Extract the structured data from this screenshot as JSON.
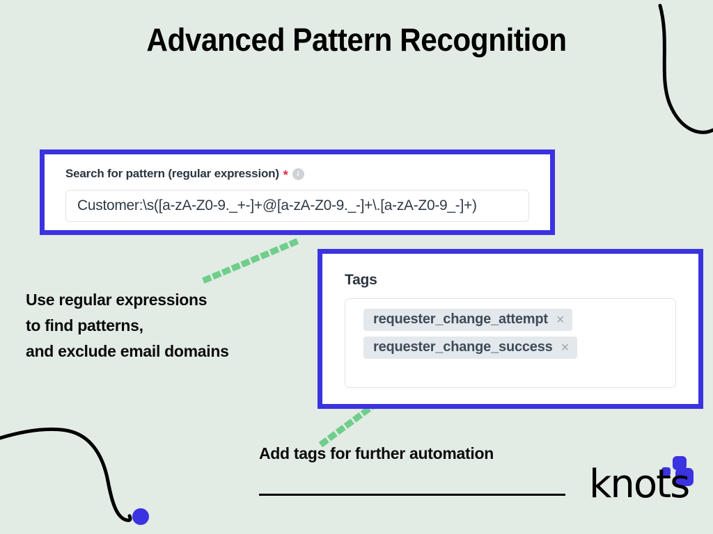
{
  "page": {
    "title": "Advanced Pattern Recognition",
    "background_color": "#e3ebe5",
    "accent_color": "#3b32e0",
    "annotation_dot_color": "#6ece8a"
  },
  "search_card": {
    "label": "Search for pattern (regular expression)",
    "required_marker": "*",
    "info_icon": "info-icon",
    "input_value": "Customer:\\s([a-zA-Z0-9._+-]+@[a-zA-Z0-9._-]+\\.[a-zA-Z0-9_-]+)",
    "input_placeholder": "Search for pattern (regular expression)"
  },
  "tags_card": {
    "title": "Tags",
    "chips": [
      {
        "label": "requester_change_attempt",
        "remove_icon": "×"
      },
      {
        "label": "requester_change_success",
        "remove_icon": "×"
      }
    ]
  },
  "annotations": {
    "left": {
      "line1": "Use regular expressions",
      "line2": "to find patterns,",
      "line3": "and exclude email domains"
    },
    "bottom": "Add tags for further automation"
  },
  "logo": {
    "wordmark": "knots"
  }
}
